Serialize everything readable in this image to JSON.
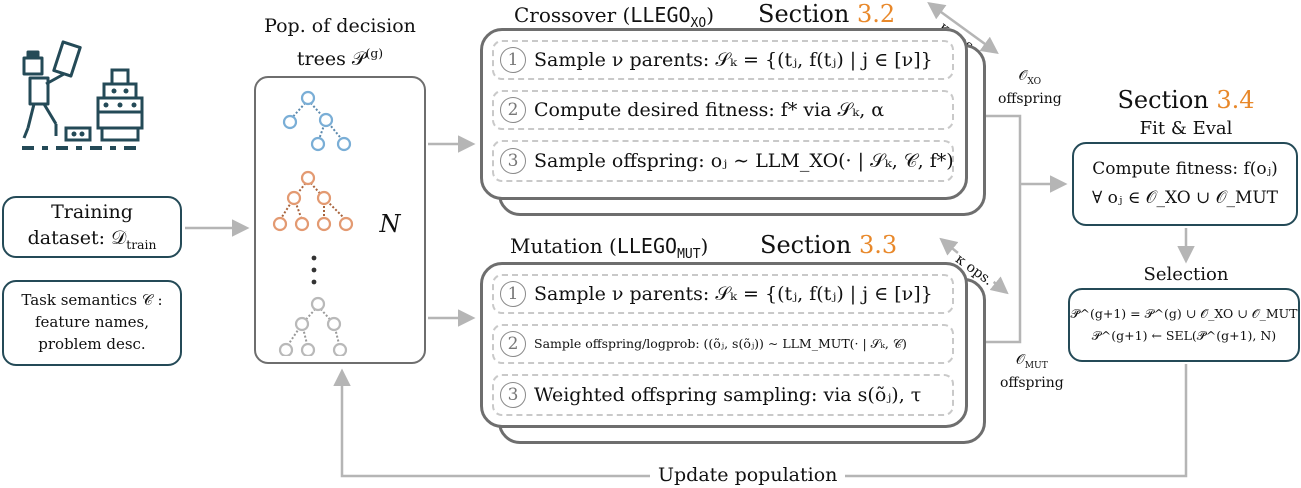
{
  "left": {
    "training_line1": "Training",
    "training_line2": "dataset: 𝒟",
    "training_sub": "train",
    "task_line1": "Task semantics 𝒞 :",
    "task_line2": "feature names,",
    "task_line3": "problem desc."
  },
  "population": {
    "title_line1": "Pop. of decision",
    "title_line2": "trees 𝒫",
    "title_sup": "(g)",
    "size_label": "N",
    "tree_colors": [
      "#7aaed6",
      "#e39a72",
      "#b9b9b9"
    ],
    "ellipsis": "⋮"
  },
  "crossover": {
    "title_prefix": "Crossover (",
    "title_code": "LLEGO",
    "title_sub": "XO",
    "title_suffix": ")",
    "section_label": "Section ",
    "section_num": "3.2",
    "ops_label": "κ ops.",
    "steps": [
      {
        "num": "1",
        "text": "Sample ν parents: 𝒮ₖ = {(tⱼ, f(tⱼ) | j ∈ [ν]}"
      },
      {
        "num": "2",
        "text": "Compute desired fitness: f* via 𝒮ₖ, α"
      },
      {
        "num": "3",
        "text": "Sample offspring: oⱼ ∼ LLM_XO(· | 𝒮ₖ, 𝒞, f*)"
      }
    ],
    "offspring_symbol": "𝒪",
    "offspring_sub": "XO",
    "offspring_label": "offspring"
  },
  "mutation": {
    "title_prefix": "Mutation (",
    "title_code": "LLEGO",
    "title_sub": "MUT",
    "title_suffix": ")",
    "section_label": "Section ",
    "section_num": "3.3",
    "ops_label": "κ ops.",
    "steps": [
      {
        "num": "1",
        "text": "Sample ν parents: 𝒮ₖ = {(tⱼ, f(tⱼ) | j ∈ [ν]}"
      },
      {
        "num": "2",
        "text": "Sample offspring/logprob: ((õⱼ, s(õⱼ)) ∼ LLM_MUT(· | 𝒮ₖ, 𝒞)"
      },
      {
        "num": "3",
        "text": "Weighted offspring sampling: via s(õⱼ), τ"
      }
    ],
    "offspring_symbol": "𝒪",
    "offspring_sub": "MUT",
    "offspring_label": "offspring"
  },
  "evaluation": {
    "section_label": "Section ",
    "section_num": "3.4",
    "subtitle": "Fit & Eval",
    "line1": "Compute fitness: f(oⱼ)",
    "line2": "∀ oⱼ ∈ 𝒪_XO ∪ 𝒪_MUT"
  },
  "selection": {
    "title": "Selection",
    "line1": "𝒫̃^(g+1) = 𝒫^(g) ∪ 𝒪_XO ∪ 𝒪_MUT",
    "line2": "𝒫^(g+1) ← SEL(𝒫̃^(g+1), N)"
  },
  "update_label": "Update population",
  "colors": {
    "accent": "#e8882a",
    "box_dark": "#244a57",
    "panel_grey": "#6e6e6e",
    "arrow": "#b5b5b5"
  }
}
